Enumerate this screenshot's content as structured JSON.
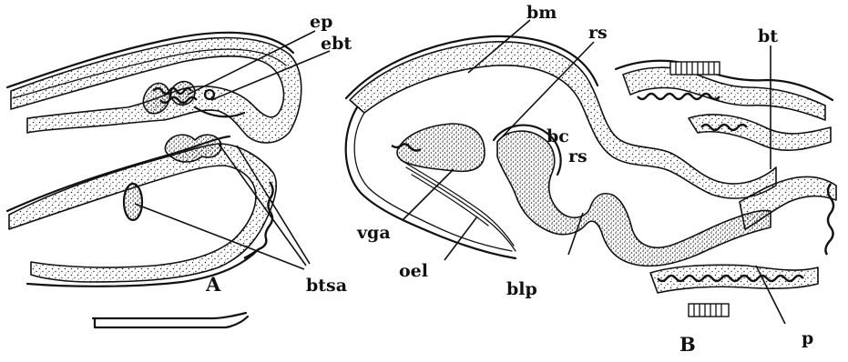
{
  "labels": {
    "ep": "ep",
    "ebt": "ebt",
    "btsa": "btsa",
    "bm": "bm",
    "rs": "rs",
    "bt": "bt",
    "bc": "bc",
    "vga": "vga",
    "oel": "oel",
    "blp": "blp",
    "p": "p"
  },
  "panels": {
    "a": "A",
    "b": "B"
  },
  "colors": {
    "ink": "#111111",
    "paper": "#ffffff"
  }
}
